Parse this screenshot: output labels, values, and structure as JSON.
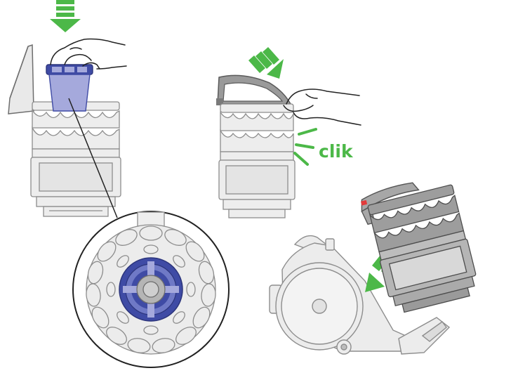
{
  "labels": {
    "click_sound": "clik"
  },
  "colors": {
    "accent_green": "#4cb848",
    "filter_blue": "#3f4ba5",
    "filter_light": "#a5a9dc",
    "outline": "#6e6e6e",
    "light_body": "#e9e9e9",
    "dark_body": "#8b8b8b",
    "release_button": "#e23b3b",
    "hand_line": "#222222"
  },
  "icons": [
    "down-arrow-icon",
    "diagonal-arrow-icon",
    "left-arrow-icon",
    "click-sound-marks-icon",
    "magnifier-callout-icon"
  ],
  "steps": [
    {
      "id": "insert-filter"
    },
    {
      "id": "close-bin-lid"
    },
    {
      "id": "attach-cyclone-to-body"
    }
  ]
}
